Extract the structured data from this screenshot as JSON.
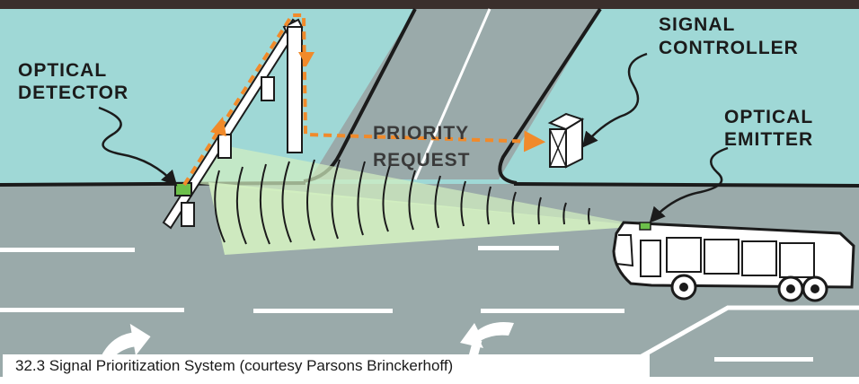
{
  "labels": {
    "optical_detector": [
      "OPTICAL",
      "DETECTOR"
    ],
    "signal_controller": [
      "SIGNAL",
      "CONTROLLER"
    ],
    "optical_emitter": [
      "OPTICAL",
      "EMITTER"
    ],
    "priority_request": [
      "PRIORITY",
      "REQUEST"
    ]
  },
  "caption": "32.3 Signal Prioritization System (courtesy Parsons Brinckerhoff)",
  "colors": {
    "sky": "#9fd8d6",
    "road": "#9aaaaa",
    "lane_marking": "#ffffff",
    "signal_beam": "#d3efc1",
    "request_arrow": "#f18a2a",
    "emitter": "#6cc04a",
    "outline": "#1b1b1b"
  }
}
